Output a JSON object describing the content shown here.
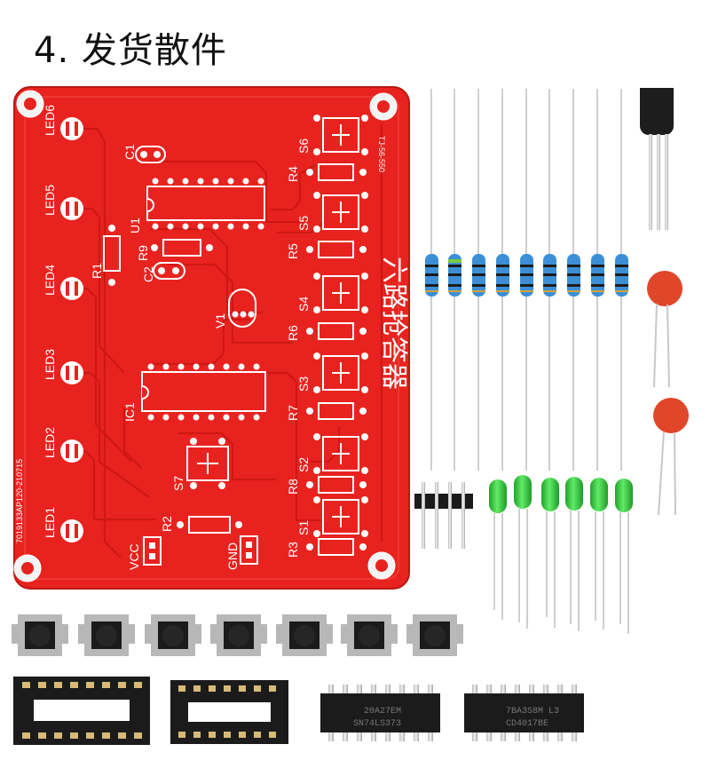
{
  "title": "4. 发货散件",
  "board": {
    "title": "六路抢答器",
    "code": "TJ-56-550",
    "side_code": "7019133AP120-210715",
    "leds": [
      "LED6",
      "LED5",
      "LED4",
      "LED3",
      "LED2",
      "LED1"
    ],
    "switches": [
      "S6",
      "S5",
      "S4",
      "S3",
      "S2",
      "S1",
      "S7"
    ],
    "resistors": [
      "R4",
      "R5",
      "R6",
      "R7",
      "R8",
      "R3",
      "R1",
      "R9",
      "R2"
    ],
    "ics": [
      "U1",
      "IC1",
      "V1"
    ],
    "caps": [
      "C1",
      "C2"
    ],
    "power": [
      "VCC",
      "GND"
    ]
  },
  "chips": {
    "chip1": [
      "20A27EM",
      "SN74LS373"
    ],
    "chip2": [
      "7BA3S8M L3",
      "CD4017BE"
    ]
  },
  "colors": {
    "pcb": "#e8231f",
    "pcb_edge": "#b3130f",
    "silkscreen": "#ffffff",
    "led_green": "#31c83a",
    "cap_orange": "#e0462a",
    "resistor_blue": "#3c8fd6",
    "chip_black": "#1b1b1b"
  }
}
